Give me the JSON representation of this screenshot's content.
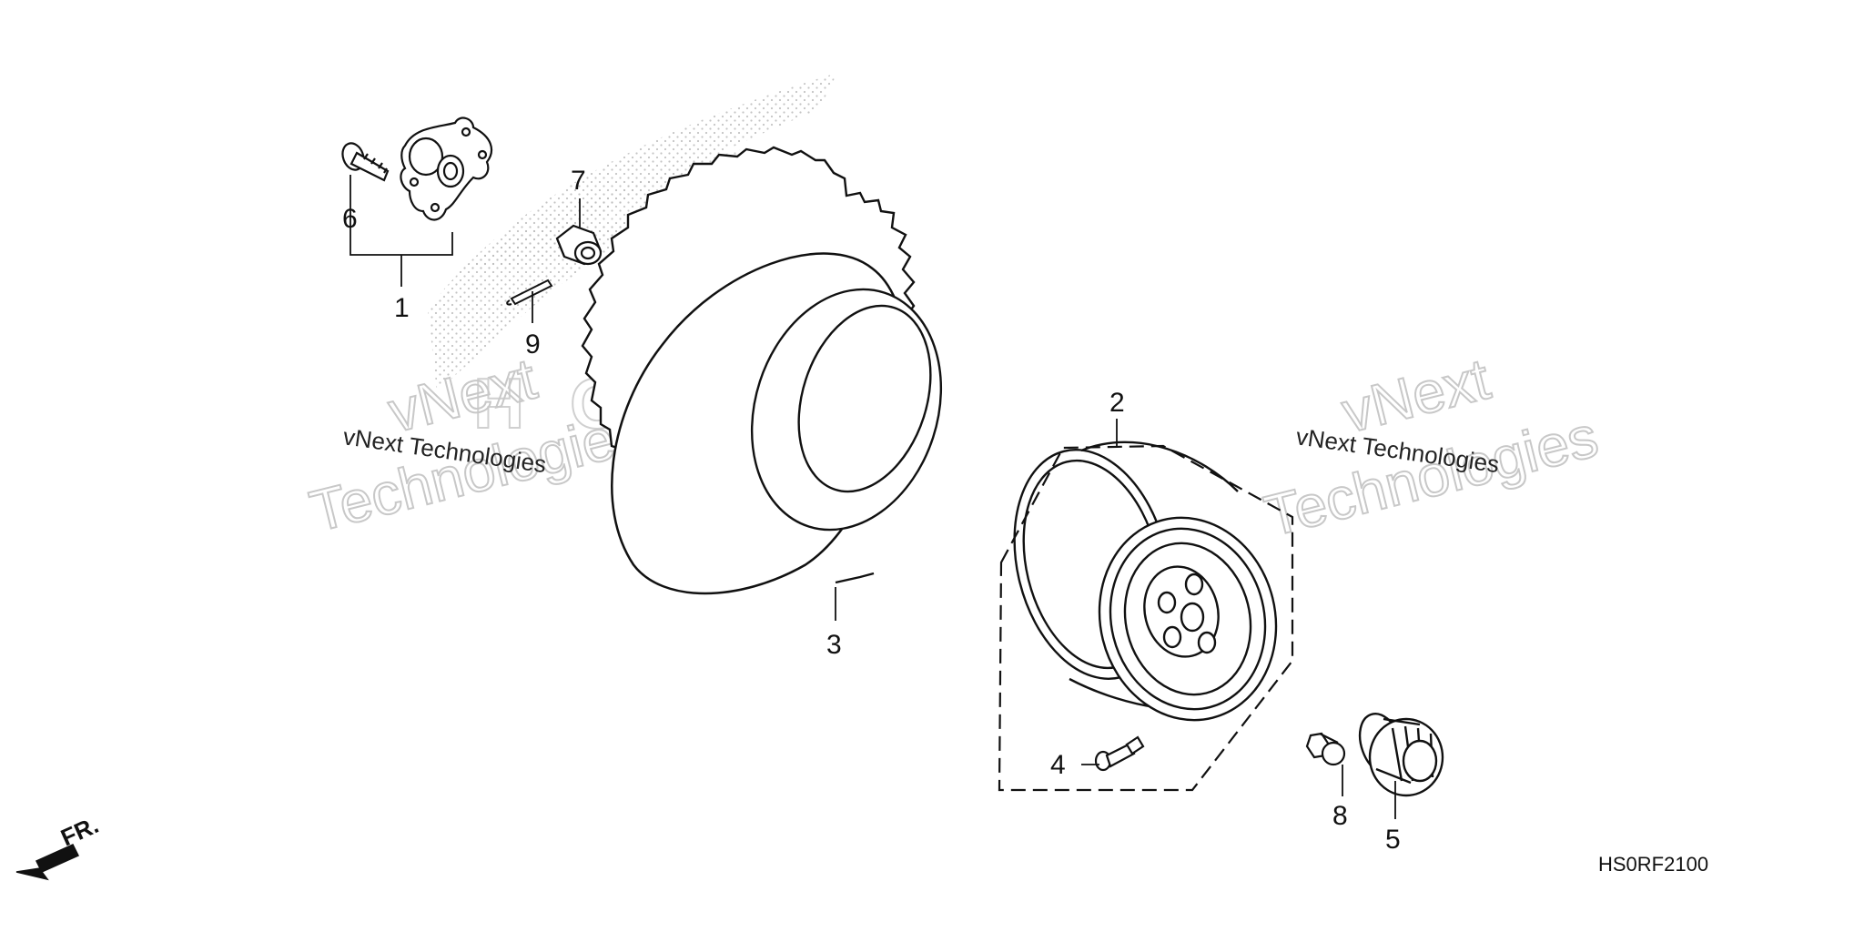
{
  "diagram_code": "HS0RF2100",
  "front_marker": {
    "label": "FR.",
    "icon": "front-arrow-icon"
  },
  "watermark": {
    "left": {
      "line1": "vNext",
      "line2": "Technologies",
      "caption": "vNext Technologies"
    },
    "right": {
      "line1": "vNext",
      "line2": "Technologies",
      "caption": "vNext Technologies"
    }
  },
  "callouts": [
    {
      "number": "1",
      "part": "hub-assembly"
    },
    {
      "number": "2",
      "part": "wheel-rim"
    },
    {
      "number": "3",
      "part": "tire"
    },
    {
      "number": "4",
      "part": "air-valve"
    },
    {
      "number": "5",
      "part": "hub-cap"
    },
    {
      "number": "6",
      "part": "hub-bolt"
    },
    {
      "number": "7",
      "part": "castle-nut"
    },
    {
      "number": "8",
      "part": "wheel-nut"
    },
    {
      "number": "9",
      "part": "cotter-pin"
    }
  ],
  "colors": {
    "line": "#111111",
    "watermark": "#c8c8c8",
    "background": "#ffffff"
  }
}
